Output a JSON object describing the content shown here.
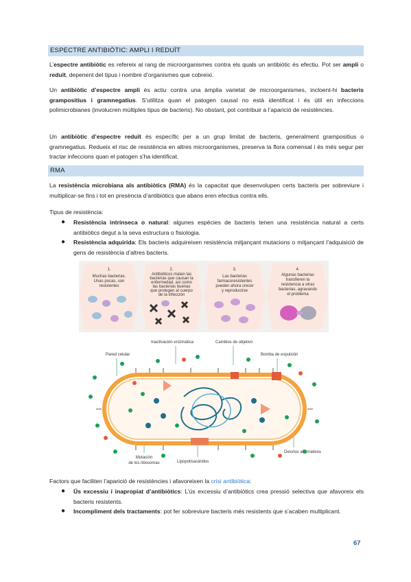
{
  "section1": {
    "heading": "ESPECTRE ANTIBIÒTIC: AMPLI I REDUÏT",
    "p1": {
      "t1": "L’",
      "b1": "espectre antibiòtic",
      "t2": " es refereix al rang de microorganismes contra els quals un antibiòtic és efectiu. Pot ser ",
      "b2": "ampli",
      "t3": " o ",
      "b3": "reduït",
      "t4": ", depenent del tipus i nombre d’organismes que cobreixi."
    },
    "p2": {
      "t1": "Un ",
      "b1": "antibiòtic d’espectre ampli",
      "t2": " és actiu contra una àmplia varietat de microorganismes, incloent-hi ",
      "b2": "bacteris grampositius i gramnegatius",
      "t3": ". S’utilitza quan el patogen causal no està identificat i és útil en infeccions polimicrobianes (involucren múltiples tipus de bacteris). No obstant, pot contribuir a l’aparició de resistències."
    },
    "p3": {
      "t1": "Un ",
      "b1": "antibiòtic d’espectre reduït",
      "t2": " és específic per a un grup limitat de bacteris, generalment grampositius o gramnegatius. Redueix el risc de resistència en altres microorganismes, preserva la flora comensal i és més segur per tractar infeccions quan el patogen s’ha identificat."
    }
  },
  "section2": {
    "heading": "RMA",
    "p1": {
      "t1": "La ",
      "b1": "resistència microbiana als antibiòtics (RMA)",
      "t2": " és la capacitat que desenvolupen certs bacteris per sobreviure i multiplicar-se fins i tot en presència d’antibiòtics que abans eren efectius contra ells."
    },
    "types_intro": "Tipus de resistència:",
    "types": [
      {
        "bold": "Resistència intrínseca o natural",
        "text": ": algunes espècies de bacteris tenen una resistència natural a certs antibiòtics degut a la seva estructura o fisiologia."
      },
      {
        "bold": "Resistència adquirida",
        "text": ": Els bacteris adquireixen resistència mitjançant mutacions o mitjançant l’adquisició de gens de resistència d’altres bacteris."
      }
    ],
    "figure1": {
      "steps": [
        {
          "num": "1.",
          "lines": [
            "Muchas bacterias.",
            "Unas pocas, son",
            "resistentes"
          ]
        },
        {
          "num": "2.",
          "lines": [
            "Antibióticos matan las",
            "bacterias que causan la",
            "enfermedad, así como",
            "las bacterias buenas",
            "que protegen al cuerpo",
            "de la infección"
          ]
        },
        {
          "num": "3.",
          "lines": [
            "Las bacterias",
            "farmacoresistentes",
            "pueden ahora crecer",
            "y reproducirse"
          ]
        },
        {
          "num": "4.",
          "lines": [
            "Algunas bacterias",
            "transfieren la",
            "resistencia a otras",
            "bacterias, agravando",
            "el problema"
          ]
        }
      ]
    },
    "figure2": {
      "labels": {
        "wall": "Pared celular",
        "enzymatic": "Inactivación enzimática",
        "target": "Cambios de objetivo",
        "pump": "Bomba de expulsión",
        "ribosome": "Mutación de los ribosomas",
        "lps": "Lipopolisacáridos",
        "detours": "Desvíos alternativos"
      }
    },
    "factors_intro": "Factors que faciliten l’aparició de resistències i afavoreixen la ",
    "factors_link": "crisi antibiòtica",
    "factors_end": ":",
    "factors": [
      {
        "bold": "Ús excessiu i inapropiat d’antibiòtics",
        "text": ": L’ús excessiu d’antibiòtics crea pressió selectiva que afavoreix els bacteris resistents."
      },
      {
        "bold": "Incompliment dels tractaments",
        "text": ": pot fer sobreviure bacteris més resistents que s’acaben multiplicant."
      }
    ]
  },
  "page_number": "67",
  "colors": {
    "section_bar": "#c9ddf0",
    "link": "#2f77c6",
    "page_number": "#2b5f98"
  }
}
